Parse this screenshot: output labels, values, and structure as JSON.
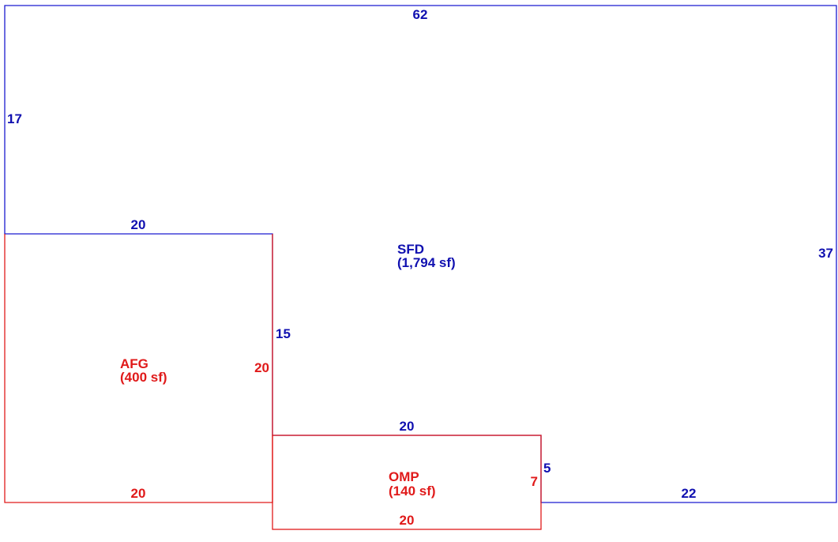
{
  "colors": {
    "sfd": "#1a1ad0",
    "afg": "#e01a1a",
    "omp": "#e01a1a"
  },
  "areas": {
    "sfd": {
      "code": "SFD",
      "area": "(1,794 sf)"
    },
    "afg": {
      "code": "AFG",
      "area": "(400 sf)"
    },
    "omp": {
      "code": "OMP",
      "area": "(140 sf)"
    }
  },
  "dimensions": {
    "sfd_top": "62",
    "sfd_left": "17",
    "sfd_right": "37",
    "sfd_step_top": "20",
    "sfd_step_side": "15",
    "sfd_step_bottom": "20",
    "sfd_small_side": "5",
    "sfd_bottom": "22",
    "afg_right": "20",
    "afg_bottom": "20",
    "omp_right": "7",
    "omp_bottom": "20"
  }
}
